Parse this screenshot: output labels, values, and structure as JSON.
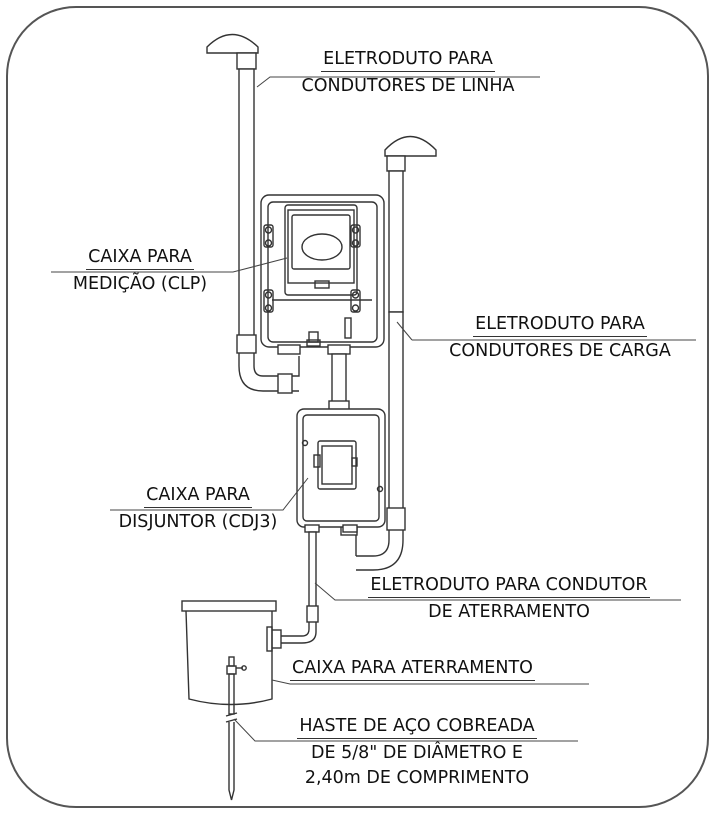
{
  "labels": {
    "eletroduto_linha": [
      "ELETRODUTO PARA",
      "CONDUTORES DE LINHA"
    ],
    "caixa_medicao": [
      "CAIXA PARA",
      "MEDIÇÃO (CLP)"
    ],
    "eletroduto_carga": [
      "ELETRODUTO PARA",
      "CONDUTORES DE CARGA"
    ],
    "caixa_disjuntor": [
      "CAIXA PARA",
      "DISJUNTOR (CDJ3)"
    ],
    "eletroduto_aterramento": [
      "ELETRODUTO PARA CONDUTOR",
      "DE ATERRAMENTO"
    ],
    "caixa_aterramento": "CAIXA PARA ATERRAMENTO",
    "haste": [
      "HASTE DE AÇO COBREADA",
      "DE 5/8\" DE DIÂMETRO E",
      "2,40m DE COMPRIMENTO"
    ]
  }
}
